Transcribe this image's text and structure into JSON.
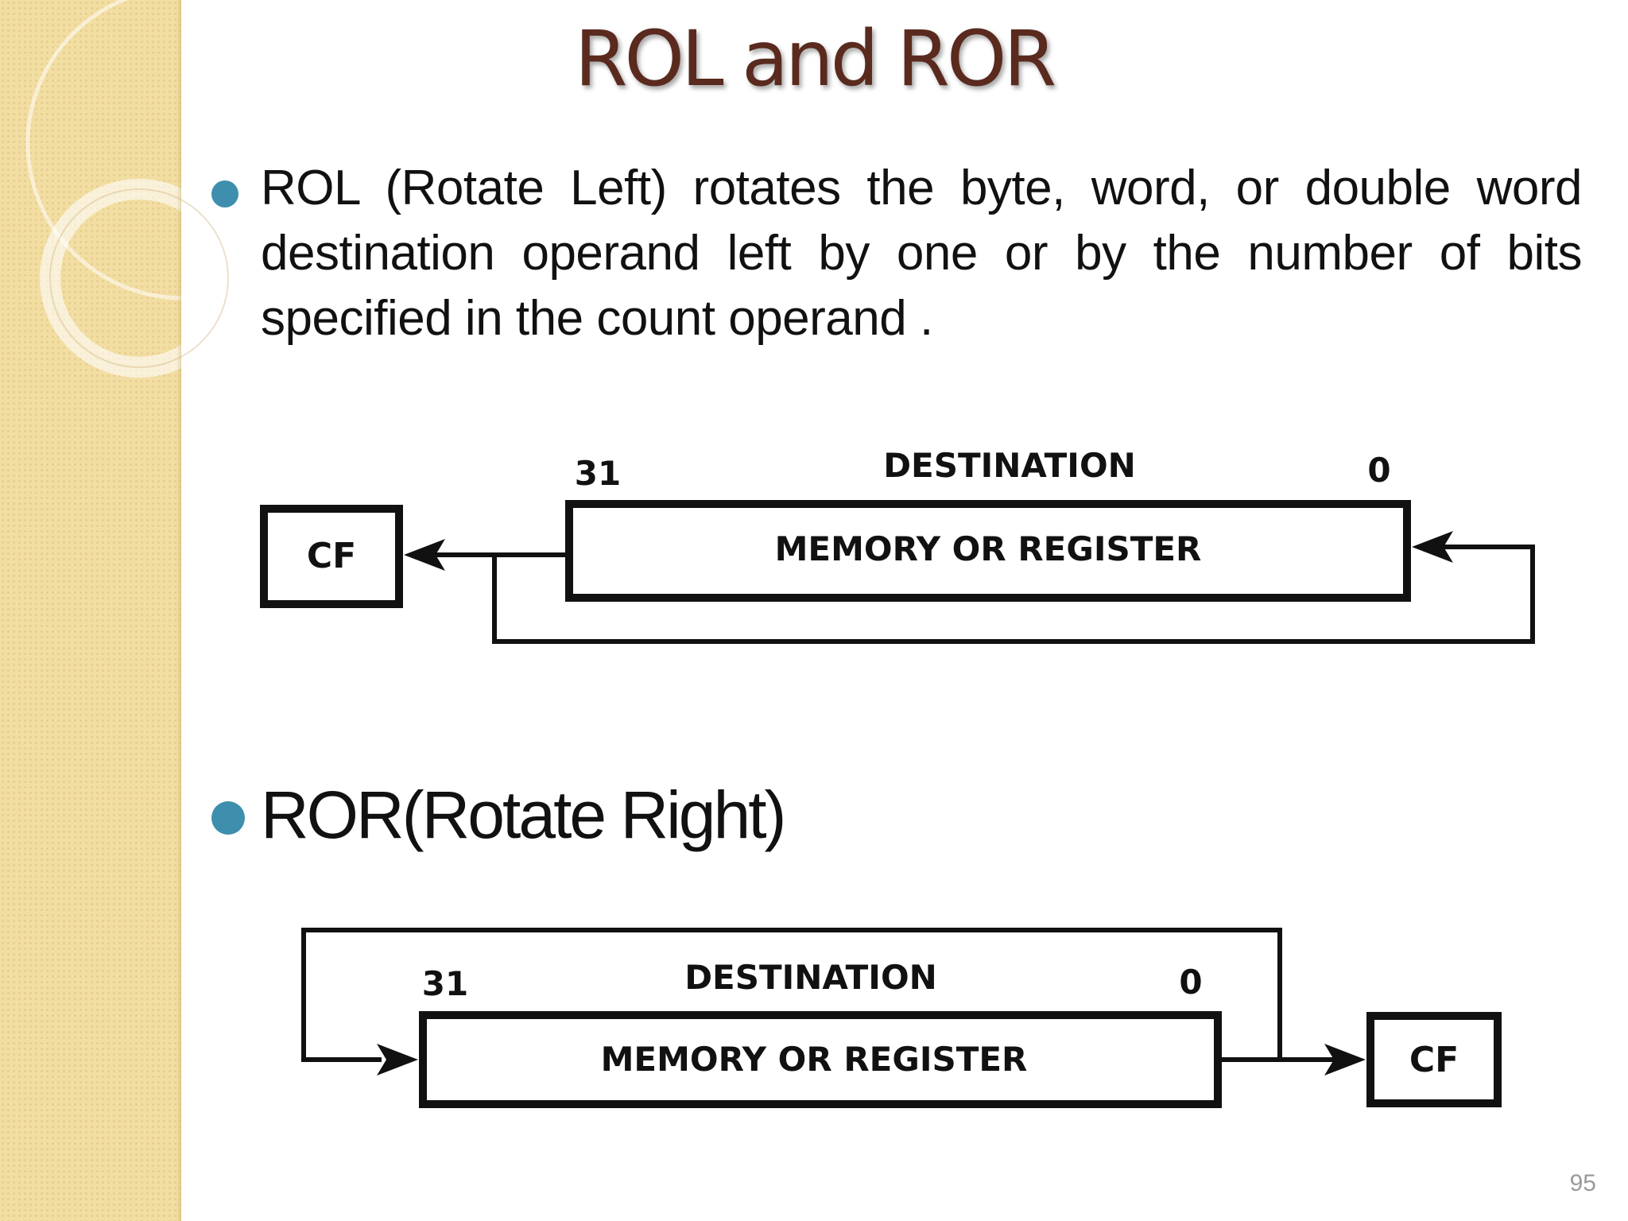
{
  "slide": {
    "title": "ROL and ROR",
    "bullets": [
      "ROL (Rotate Left) rotates the byte, word, or double word destination operand left by one or by the number of bits specified in the count operand .",
      "ROR(Rotate Right)"
    ],
    "page_number": "95",
    "accent_color": "#3d8fad",
    "title_color": "#5a2a1e"
  },
  "rol_diagram": {
    "carry_label": "CF",
    "msb_label": "31",
    "lsb_label": "0",
    "heading": "DESTINATION",
    "box_label": "MEMORY OR REGISTER"
  },
  "ror_diagram": {
    "carry_label": "CF",
    "msb_label": "31",
    "lsb_label": "0",
    "heading": "DESTINATION",
    "box_label": "MEMORY OR REGISTER"
  }
}
